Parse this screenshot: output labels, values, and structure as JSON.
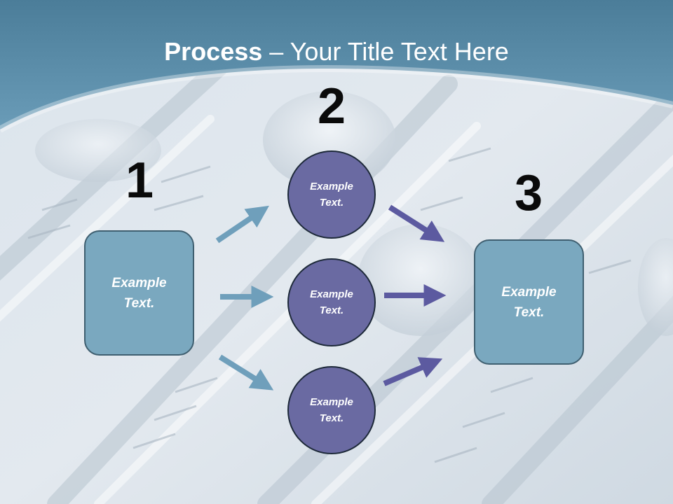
{
  "title": {
    "bold_part": "Process",
    "rest_part": " – Your Title Text Here"
  },
  "steps": {
    "step1_number": "1",
    "step2_number": "2",
    "step3_number": "3"
  },
  "left_box": {
    "label": "Example Text."
  },
  "right_box": {
    "label": "Example Text."
  },
  "circles": [
    {
      "label": "Example Text."
    },
    {
      "label": "Example Text."
    },
    {
      "label": "Example Text."
    }
  ],
  "colors": {
    "banner": "#5b8eaa",
    "box_fill": "#7aa8bf",
    "circle_fill": "#6a6aa2",
    "arrow_in": "#6f9fbb",
    "arrow_out": "#5c5aa0"
  }
}
